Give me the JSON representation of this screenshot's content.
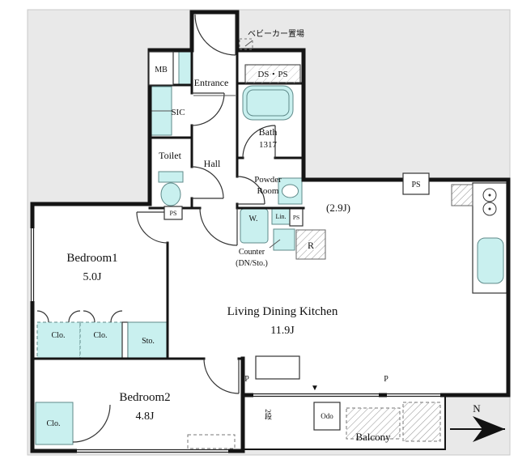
{
  "colors": {
    "fixture": "#c9f0ef",
    "outside": "#e9e9e9",
    "wall": "#151515",
    "hatch": "#9a9a9a"
  },
  "labels": {
    "stroller_area": "ベビーカー置場",
    "mb": "MB",
    "entrance": "Entrance",
    "ds_ps": "DS・PS",
    "sic": "SIC",
    "bath": "Bath",
    "bath_size": "1317",
    "toilet": "Toilet",
    "hall": "Hall",
    "powder_line1": "Powder",
    "powder_line2": "Room",
    "ps_top_right": "PS",
    "ps_hall": "PS",
    "ps_linen": "PS",
    "kitchen_size": "(2.9J)",
    "washer": "W.",
    "linen": "Lin.",
    "refrigerator": "R",
    "counter_line1": "Counter",
    "counter_line2": "(DN/Sto.)",
    "bedroom1": "Bedroom1",
    "bedroom1_size": "5.0J",
    "ldk": "Living Dining Kitchen",
    "ldk_size": "11.9J",
    "closet1": "Clo.",
    "closet2": "Clo.",
    "storage": "Sto.",
    "bedroom2": "Bedroom2",
    "bedroom2_size": "4.8J",
    "closet3": "Clo.",
    "balcony": "Balcony",
    "water_heater": "Odo",
    "balcony_note": "2段",
    "pillar_left": "P",
    "pillar_right": "P",
    "north": "N",
    "entry_marker": "▼"
  }
}
